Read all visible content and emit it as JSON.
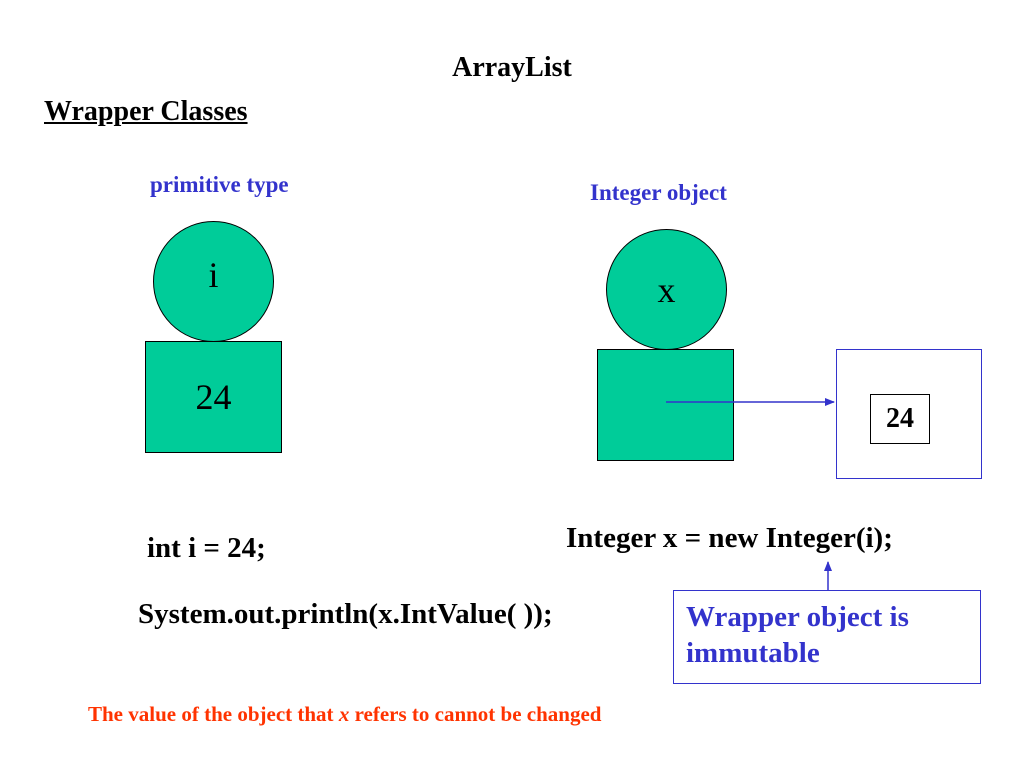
{
  "title": "ArrayList",
  "subtitle": "Wrapper Classes",
  "primitive": {
    "label": "primitive type",
    "var_name": "i",
    "value": "24"
  },
  "object": {
    "label": "Integer object",
    "var_name": "x",
    "boxed_value": "24"
  },
  "code": {
    "int_decl": "int i = 24;",
    "integer_decl": "Integer x = new Integer(i);",
    "println": "System.out.println(x.IntValue( ));"
  },
  "note": {
    "line1": "Wrapper object is",
    "line2": "immutable"
  },
  "footer": {
    "before": "The value of the object that ",
    "var": "x",
    "after": " refers to cannot be changed"
  },
  "colors": {
    "green_fill": "#00cc99",
    "blue_text": "#3333cc",
    "red_text": "#ff3300"
  }
}
